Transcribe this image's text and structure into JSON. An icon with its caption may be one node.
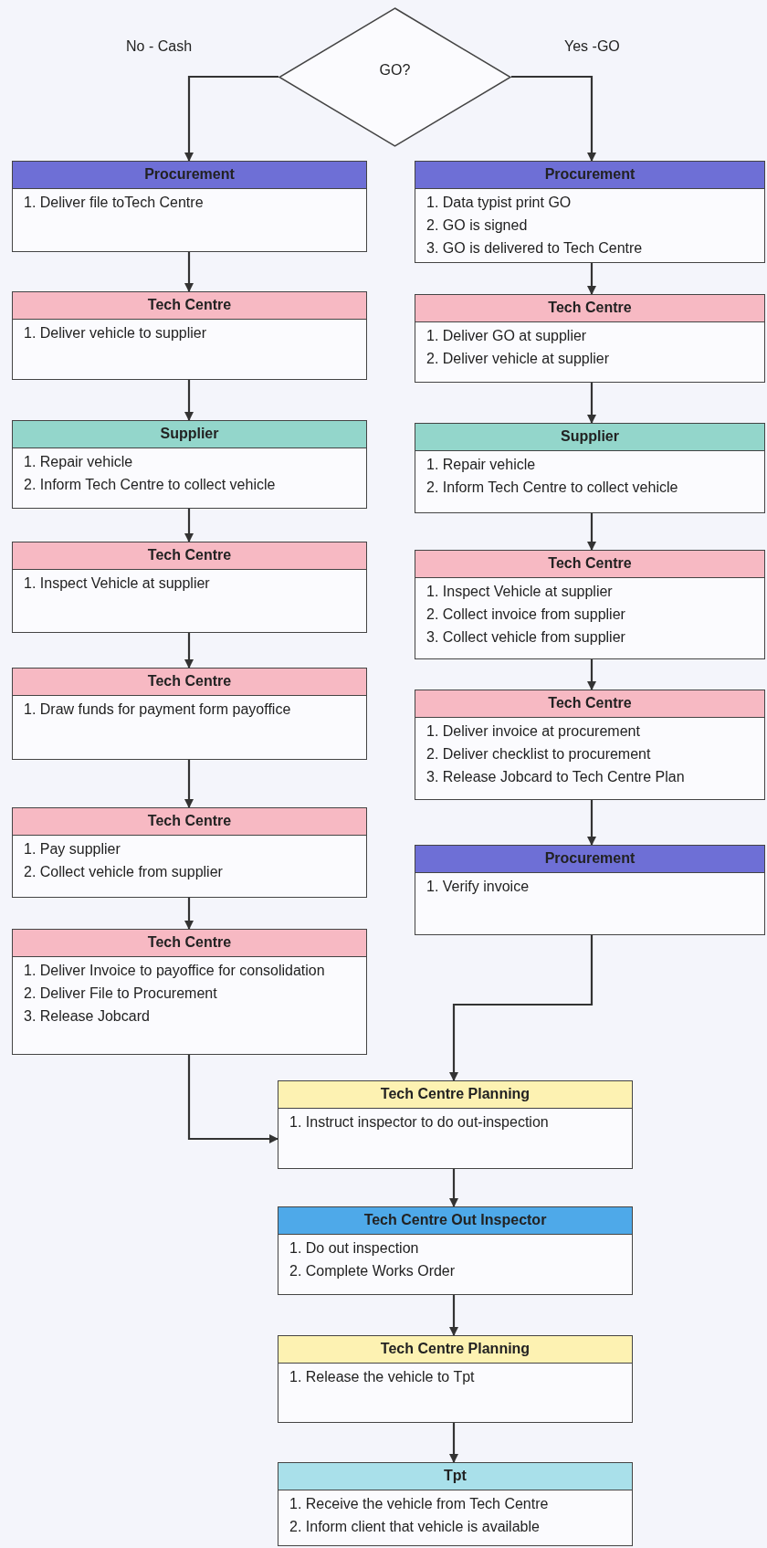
{
  "diagram": {
    "nodes": [
      {
        "text": [
          "GO?"
        ]
      },
      {
        "text": [
          "Procurement",
          "1. Deliver file toTech Centre"
        ]
      },
      {
        "text": [
          "Tech Centre",
          "1. Deliver vehicle to supplier"
        ]
      },
      {
        "text": [
          "Supplier",
          "1. Repair vehicle",
          "2. Inform Tech Centre to collect vehicle"
        ]
      },
      {
        "text": [
          "Tech Centre",
          "1. Inspect Vehicle at supplier"
        ]
      },
      {
        "text": [
          "Tech Centre",
          "1. Draw funds for payment form payoffice"
        ]
      },
      {
        "text": [
          "Tech Centre",
          "1. Pay supplier",
          "2. Collect vehicle from supplier"
        ]
      },
      {
        "text": [
          "Tech Centre",
          "1. Deliver Invoice to payoffice for consolidation",
          "2. Deliver File to Procurement",
          "3. Release Jobcard"
        ]
      },
      {
        "text": [
          "Procurement",
          "1. Data typist print GO",
          "2. GO is signed",
          "3. GO is delivered to Tech Centre"
        ]
      },
      {
        "text": [
          "Tech Centre",
          "1. Deliver GO at supplier",
          "2. Deliver vehicle at supplier"
        ]
      },
      {
        "text": [
          "Supplier",
          "1. Repair vehicle",
          "2. Inform Tech Centre to collect vehicle"
        ]
      },
      {
        "text": [
          "Tech Centre",
          "1. Inspect Vehicle at supplier",
          "2. Collect invoice from supplier",
          "3. Collect vehicle from supplier"
        ]
      },
      {
        "text": [
          "Tech Centre",
          "1. Deliver invoice at procurement",
          "2. Deliver checklist to procurement",
          "3. Release Jobcard to Tech Centre Plan"
        ]
      },
      {
        "text": [
          "Procurement",
          "1. Verify invoice"
        ]
      },
      {
        "text": [
          "Tech Centre Planning",
          "1. Instruct inspector to do out-inspection"
        ]
      },
      {
        "text": [
          "Tech Centre Out Inspector",
          "1. Do out inspection",
          "2. Complete Works Order"
        ]
      },
      {
        "text": [
          "Tech Centre Planning",
          "1. Release the vehicle to Tpt"
        ]
      },
      {
        "text": [
          "Tpt",
          "1. Receive the vehicle from Tech Centre",
          "2. Inform client that vehicle is available"
        ]
      }
    ],
    "edges": [
      {
        "from": 0,
        "to": 1,
        "arrow": "to",
        "label": "No - Cash"
      },
      {
        "from": 0,
        "to": 8,
        "arrow": "to",
        "label": "Yes -GO"
      },
      {
        "from": 1,
        "to": 2,
        "arrow": "to"
      },
      {
        "from": 2,
        "to": 3,
        "arrow": "to"
      },
      {
        "from": 3,
        "to": 4,
        "arrow": "to"
      },
      {
        "from": 4,
        "to": 5,
        "arrow": "to"
      },
      {
        "from": 5,
        "to": 6,
        "arrow": "to"
      },
      {
        "from": 6,
        "to": 7,
        "arrow": "to"
      },
      {
        "from": 8,
        "to": 9,
        "arrow": "to"
      },
      {
        "from": 9,
        "to": 10,
        "arrow": "to"
      },
      {
        "from": 10,
        "to": 11,
        "arrow": "to"
      },
      {
        "from": 11,
        "to": 12,
        "arrow": "to"
      },
      {
        "from": 12,
        "to": 13,
        "arrow": "to"
      },
      {
        "from": 7,
        "to": 14,
        "arrow": "to"
      },
      {
        "from": 13,
        "to": 14,
        "arrow": "to"
      },
      {
        "from": 14,
        "to": 15,
        "arrow": "to"
      },
      {
        "from": 15,
        "to": 16,
        "arrow": "to"
      },
      {
        "from": 16,
        "to": 17,
        "arrow": "to"
      }
    ]
  }
}
